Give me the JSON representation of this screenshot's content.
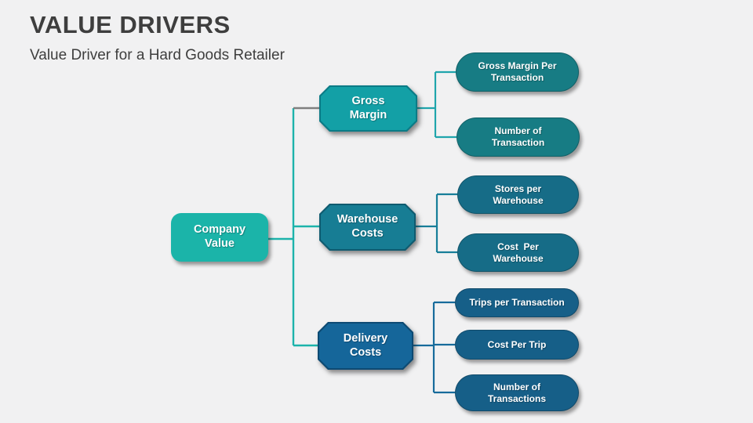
{
  "slide": {
    "title": "VALUE DRIVERS",
    "subtitle": "Value Driver for a Hard Goods Retailer"
  },
  "tree": {
    "root": {
      "label": "Company\nValue"
    },
    "branches": [
      {
        "label": "Gross\nMargin",
        "children": [
          {
            "label": "Gross Margin Per\nTransaction"
          },
          {
            "label": "Number of\nTransaction"
          }
        ]
      },
      {
        "label": "Warehouse\nCosts",
        "children": [
          {
            "label": "Stores per\nWarehouse"
          },
          {
            "label": "Cost  Per\nWarehouse"
          }
        ]
      },
      {
        "label": "Delivery\nCosts",
        "children": [
          {
            "label": "Trips per Transaction"
          },
          {
            "label": "Cost Per Trip"
          },
          {
            "label": "Number of\nTransactions"
          }
        ]
      }
    ]
  },
  "colors": {
    "background": "#F1F1F2",
    "title_text": "#3E3E3E",
    "company_fill": "#1BB4A9",
    "gross_fill": "#13A0A6",
    "gross_border": "#0B7B86",
    "warehouse_fill": "#177D94",
    "warehouse_border": "#0F5B70",
    "delivery_fill": "#15669A",
    "delivery_border": "#0D4A73",
    "pill_gross": "#177C84",
    "pill_warehouse": "#166C87",
    "pill_delivery": "#165F88",
    "connector_main": "#1CB3AB",
    "connector_gray": "#7F7F7F",
    "connector_gross": "#1FA5AC",
    "connector_warehouse": "#177E99",
    "connector_delivery": "#176B9B"
  }
}
